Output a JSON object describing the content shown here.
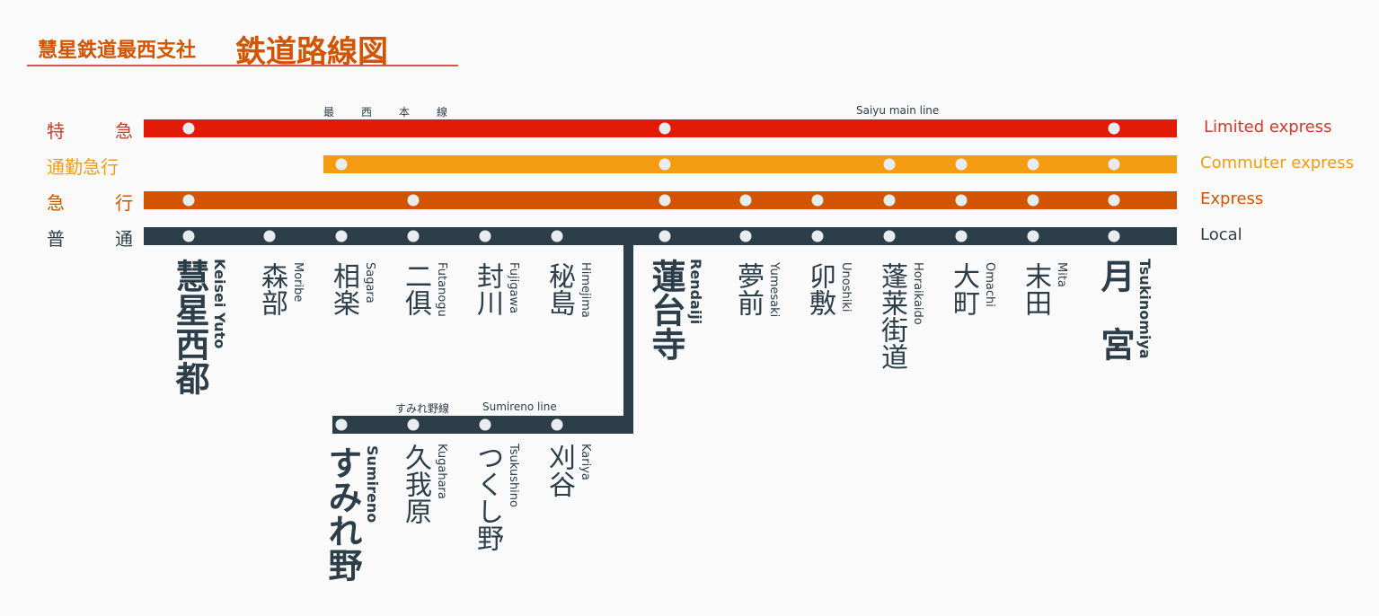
{
  "header": {
    "company": "慧星鉄道最西支社",
    "title": "鉄道路線図"
  },
  "colors": {
    "limited": "#e21a06",
    "commuter": "#f39c12",
    "express": "#d35400",
    "local": "#2c3e4a",
    "dot": "#e9edf0",
    "title": "#d35400"
  },
  "main_line": {
    "name_jp": [
      "最",
      "西",
      "本",
      "線"
    ],
    "name_en": "Saiyu main line"
  },
  "branch_line": {
    "name_jp": "すみれ野線",
    "name_en": "Sumireno line"
  },
  "services": [
    {
      "key": "limited",
      "jp": [
        "特",
        "急"
      ],
      "en": "Limited express",
      "label_color": "#d03a2a",
      "stops": [
        "慧星西都",
        "蓮台寺",
        "月宮"
      ]
    },
    {
      "key": "commuter",
      "jp": [
        "通勤急行"
      ],
      "en": "Commuter express",
      "label_color": "#f39c12",
      "stops": [
        "相楽",
        "蓮台寺",
        "蓬莱街道",
        "大町",
        "末田",
        "月宮"
      ]
    },
    {
      "key": "express",
      "jp": [
        "急",
        "行"
      ],
      "en": "Express",
      "label_color": "#d35400",
      "stops": [
        "慧星西都",
        "二俱",
        "蓮台寺",
        "夢前",
        "卯敷",
        "蓬莱街道",
        "大町",
        "末田",
        "月宮"
      ]
    },
    {
      "key": "local",
      "jp": [
        "普",
        "通"
      ],
      "en": "Local",
      "label_color": "#2c3e4a",
      "stops": "all"
    }
  ],
  "main_stations": [
    {
      "jp": "慧星西都",
      "en": "Keisei Yuto",
      "major": true
    },
    {
      "jp": "森部",
      "en": "Moribe"
    },
    {
      "jp": "相楽",
      "en": "Sagara"
    },
    {
      "jp": "二俱",
      "en": "Futanogu"
    },
    {
      "jp": "封川",
      "en": "Fujigawa"
    },
    {
      "jp": "秘島",
      "en": "Himejima"
    },
    {
      "jp": "蓮台寺",
      "en": "Rendaiji",
      "major": true
    },
    {
      "jp": "夢前",
      "en": "Yumesaki"
    },
    {
      "jp": "卯敷",
      "en": "Unoshiki"
    },
    {
      "jp": "蓬莱街道",
      "en": "Horaikaido"
    },
    {
      "jp": "大町",
      "en": "Omachi"
    },
    {
      "jp": "末田",
      "en": "Mita"
    },
    {
      "jp": "月宮",
      "en": "Tsukinomiya",
      "major": true
    }
  ],
  "branch_stations": [
    {
      "jp": "すみれ野",
      "en": "Sumireno",
      "major": true
    },
    {
      "jp": "久我原",
      "en": "Kugahara"
    },
    {
      "jp": "つくし野",
      "en": "Tsukushino"
    },
    {
      "jp": "刈谷",
      "en": "Kariya"
    }
  ]
}
